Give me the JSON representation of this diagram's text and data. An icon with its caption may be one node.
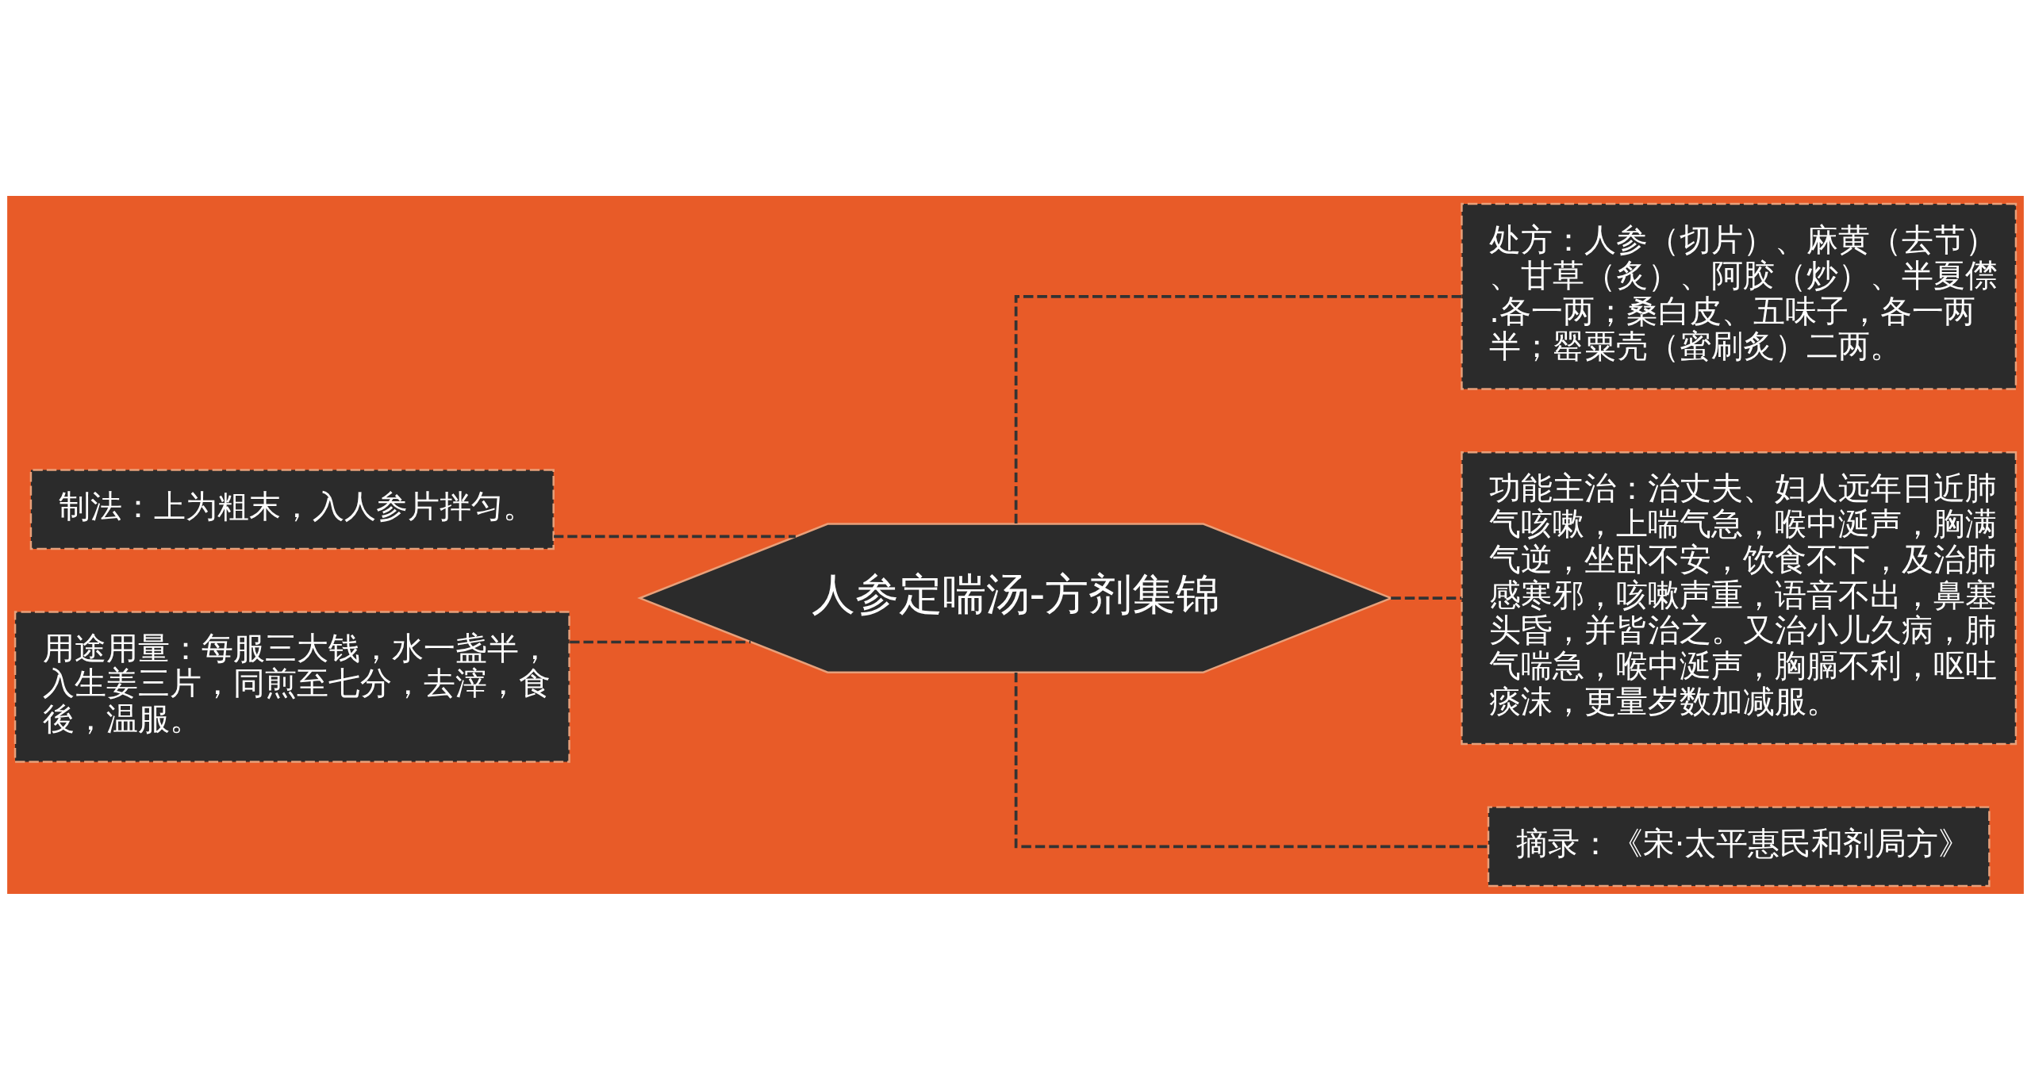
{
  "diagram": {
    "nodes": [
      {
        "text": [
          "人参定喘汤-方剂集锦"
        ]
      },
      {
        "text": [
          "制法：上为粗末，入人参片拌匀。"
        ]
      },
      {
        "text": [
          "用途用量：每服三大钱，水一盏半，入生姜三片，同煎至七分，去滓，食後，温服。"
        ]
      },
      {
        "text": [
          "处方：人参（切片）、麻黄（去节）、甘草（炙）、阿胶（炒）、半夏僸.各一两；桑白皮、五味子，各一两半；罂粟壳（蜜刷炙）二两。"
        ]
      },
      {
        "text": [
          "功能主治：治丈夫、妇人远年日近肺气咳嗽，上喘气急，喉中涎声，胸满气逆，坐卧不安，饮食不下，及治肺感寒邪，咳嗽声重，语音不出，鼻塞头昏，并皆治之。又治小儿久病，肺气喘急，喉中涎声，胸膈不利，呕吐痰沫，更量岁数加减服。"
        ]
      },
      {
        "text": [
          "摘录：《宋·太平惠民和剂局方》"
        ]
      }
    ],
    "edges": [
      {
        "from": 0,
        "to": 1,
        "arrow": "none",
        "style": "dashed"
      },
      {
        "from": 0,
        "to": 2,
        "arrow": "none",
        "style": "dashed"
      },
      {
        "from": 0,
        "to": 3,
        "arrow": "none",
        "style": "dashed"
      },
      {
        "from": 0,
        "to": 4,
        "arrow": "none",
        "style": "dashed"
      },
      {
        "from": 0,
        "to": 5,
        "arrow": "none",
        "style": "dashed"
      }
    ]
  }
}
